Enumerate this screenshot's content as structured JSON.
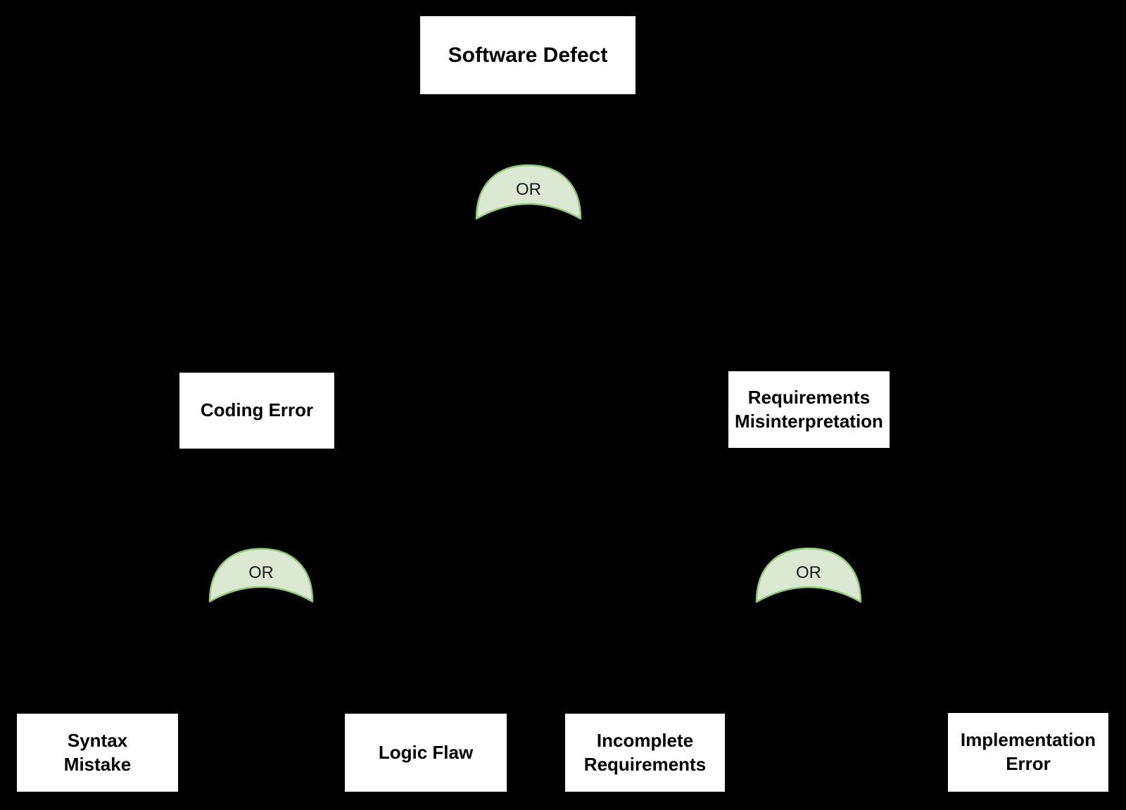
{
  "diagram_type": "fault-tree",
  "nodes": [
    {
      "id": "software-defect",
      "label": "Software Defect"
    },
    {
      "id": "coding-error",
      "label": "Coding Error"
    },
    {
      "id": "requirements-misinterpretation",
      "label": "Requirements Misinterpretation"
    },
    {
      "id": "syntax-mistake",
      "label": "Syntax Mistake"
    },
    {
      "id": "logic-flaw",
      "label": "Logic Flaw"
    },
    {
      "id": "incomplete-requirements",
      "label": "Incomplete Requirements"
    },
    {
      "id": "implementation-error",
      "label": "Implementation Error"
    }
  ],
  "gates": [
    {
      "id": "or-gate-top",
      "label": "OR"
    },
    {
      "id": "or-gate-left",
      "label": "OR"
    },
    {
      "id": "or-gate-right",
      "label": "OR"
    }
  ],
  "edges": [
    {
      "from": "software-defect",
      "to": "or-gate-top"
    },
    {
      "from": "or-gate-top",
      "to": "coding-error"
    },
    {
      "from": "or-gate-top",
      "to": "requirements-misinterpretation"
    },
    {
      "from": "coding-error",
      "to": "or-gate-left"
    },
    {
      "from": "or-gate-left",
      "to": "syntax-mistake"
    },
    {
      "from": "or-gate-left",
      "to": "logic-flaw"
    },
    {
      "from": "requirements-misinterpretation",
      "to": "or-gate-right"
    },
    {
      "from": "or-gate-right",
      "to": "incomplete-requirements"
    },
    {
      "from": "or-gate-right",
      "to": "implementation-error"
    }
  ],
  "colors": {
    "background": "#000000",
    "node_fill": "#ffffff",
    "node_border": "#000000",
    "node_text": "#000000",
    "gate_fill": "#dbe9d3",
    "gate_stroke": "#8fc878",
    "gate_text": "#1a1a1a",
    "edge": "#000000"
  }
}
